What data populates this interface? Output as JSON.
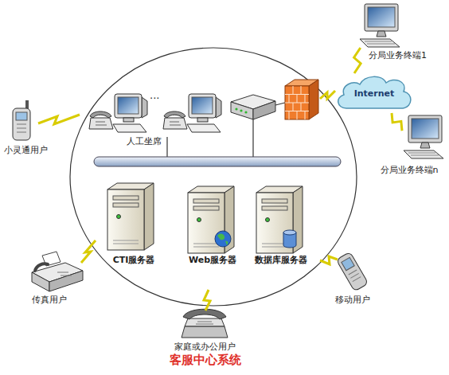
{
  "diagram": {
    "title": "客服中心系统",
    "nodes": [
      {
        "text": [
          "分局业务终端1"
        ]
      },
      {
        "text": [
          "Internet"
        ]
      },
      {
        "text": [
          "小灵通用户"
        ]
      },
      {
        "text": [
          "人工坐席"
        ]
      },
      {
        "text": [
          "分局业务终端n"
        ]
      },
      {
        "text": [
          "CTI服务器"
        ]
      },
      {
        "text": [
          "Web服务器"
        ]
      },
      {
        "text": [
          "数据库服务器"
        ]
      },
      {
        "text": [
          "传真用户"
        ]
      },
      {
        "text": [
          "移动用户"
        ]
      },
      {
        "text": [
          "家庭或办公用户"
        ]
      }
    ],
    "edges": [
      {
        "from": 1,
        "to": 0,
        "arrow": "none"
      },
      {
        "from": 1,
        "to": 4,
        "arrow": "none"
      }
    ],
    "labels": [
      "..."
    ]
  }
}
